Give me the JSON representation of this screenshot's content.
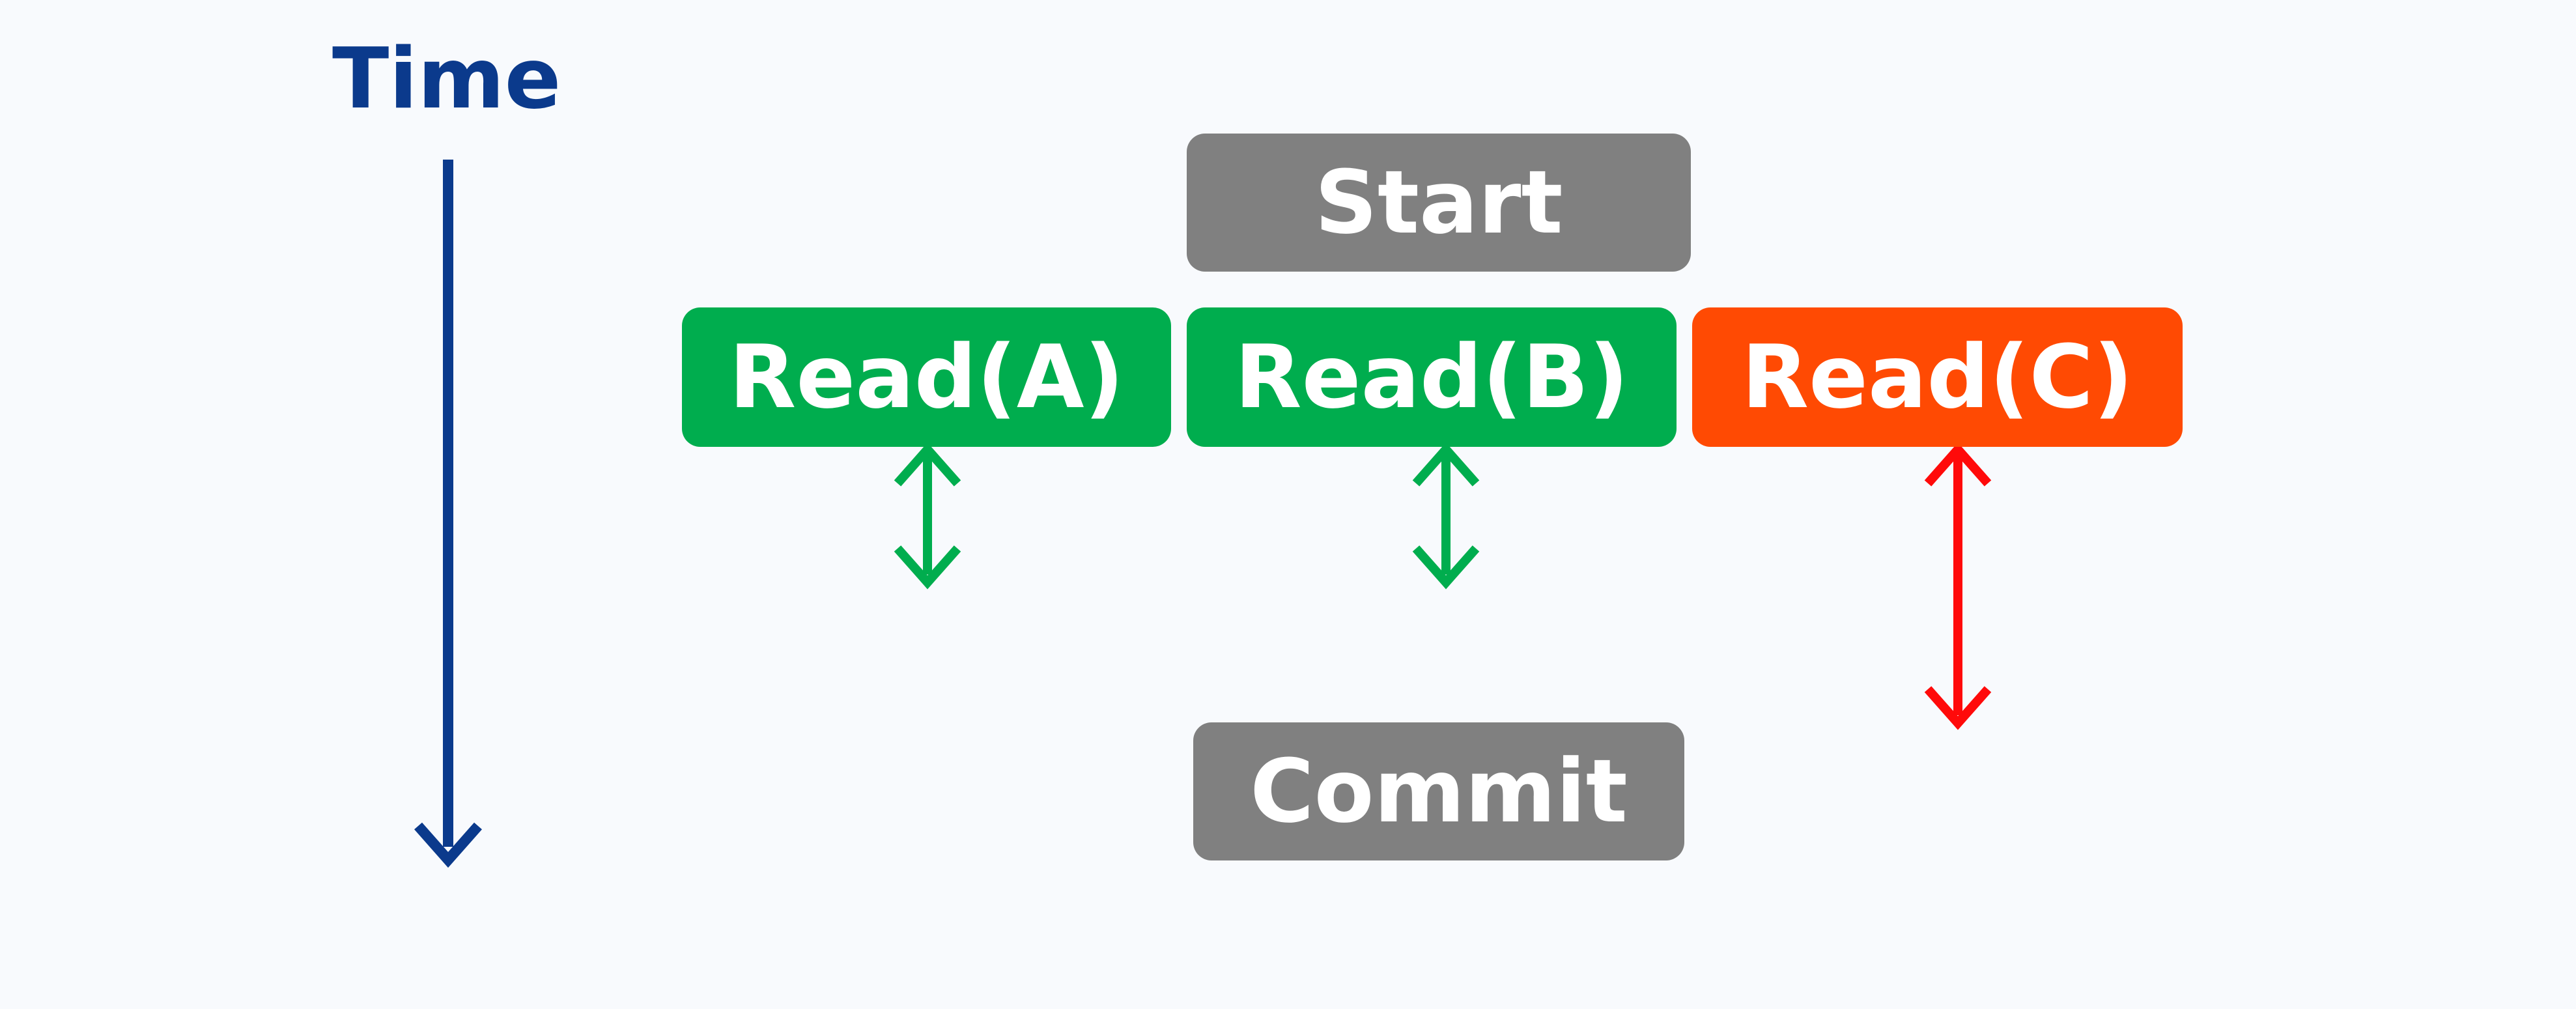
{
  "time_axis": {
    "label": "Time",
    "color": "#0b3a8c"
  },
  "transaction": {
    "start_label": "Start",
    "commit_label": "Commit",
    "gray_color": "#808080"
  },
  "reads": [
    {
      "label": "Read(A)",
      "box_color": "#00ad4e",
      "arrow_color": "#00ad4e",
      "duration": "short"
    },
    {
      "label": "Read(B)",
      "box_color": "#00ad4e",
      "arrow_color": "#00ad4e",
      "duration": "short"
    },
    {
      "label": "Read(C)",
      "box_color": "#ff4a03",
      "arrow_color": "#ff0a0a",
      "duration": "long"
    }
  ],
  "icons": {
    "time_arrow": "arrow-down-icon",
    "read_arrows": "double-headed-arrow-icon"
  }
}
